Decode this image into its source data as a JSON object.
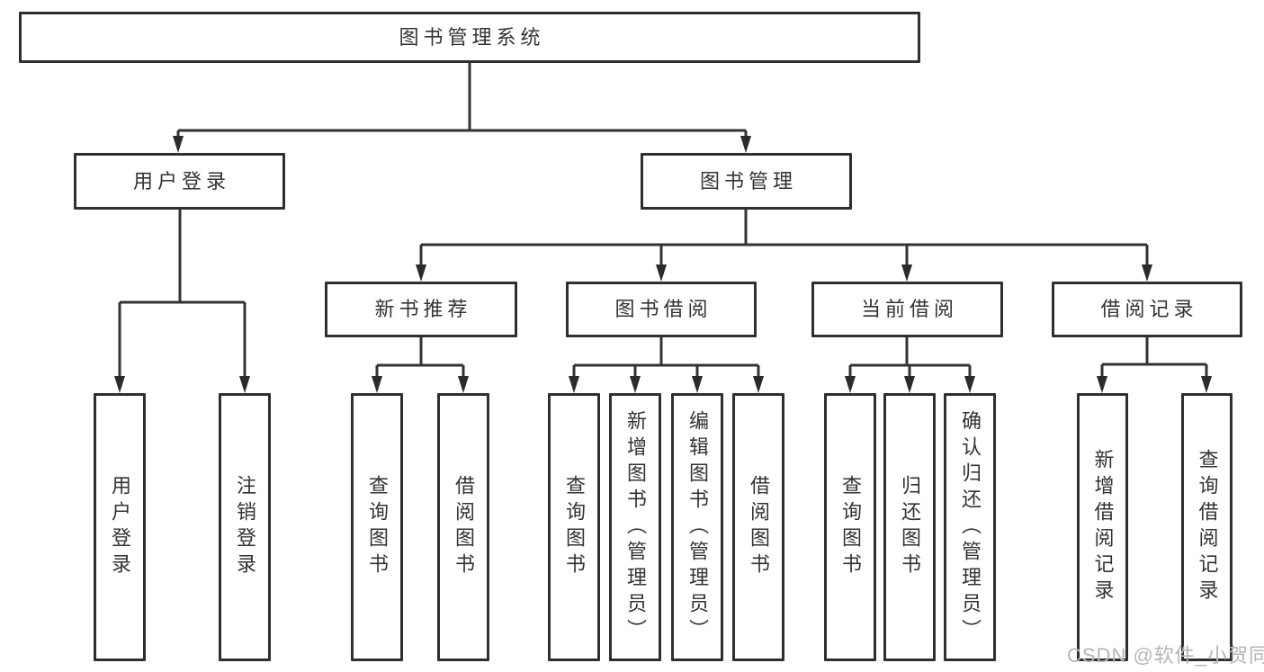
{
  "diagram_title": "图书管理系统",
  "tree": {
    "root": {
      "label": "图书管理系统"
    },
    "branches": [
      {
        "label": "用户登录",
        "children": [
          {
            "label": "用户登录"
          },
          {
            "label": "注销登录"
          }
        ]
      },
      {
        "label": "图书管理",
        "children": [
          {
            "label": "新书推荐",
            "children": [
              {
                "label": "查询图书"
              },
              {
                "label": "借阅图书"
              }
            ]
          },
          {
            "label": "图书借阅",
            "children": [
              {
                "label": "查询图书"
              },
              {
                "label": "新增图书（管理员）"
              },
              {
                "label": "编辑图书（管理员）"
              },
              {
                "label": "借阅图书"
              }
            ]
          },
          {
            "label": "当前借阅",
            "children": [
              {
                "label": "查询图书"
              },
              {
                "label": "归还图书"
              },
              {
                "label": "确认归还（管理员）"
              }
            ]
          },
          {
            "label": "借阅记录",
            "children": [
              {
                "label": "新增借阅记录"
              },
              {
                "label": "查询借阅记录"
              }
            ]
          }
        ]
      }
    ]
  },
  "watermark": {
    "text": "CSDN @软件_小贺同学",
    "color": "#b5b5b5"
  },
  "colors": {
    "line": "#333333",
    "arrow": "#2b2b2b",
    "box_border": "#2f2f2f",
    "text": "#333333",
    "background": "#ffffff"
  }
}
